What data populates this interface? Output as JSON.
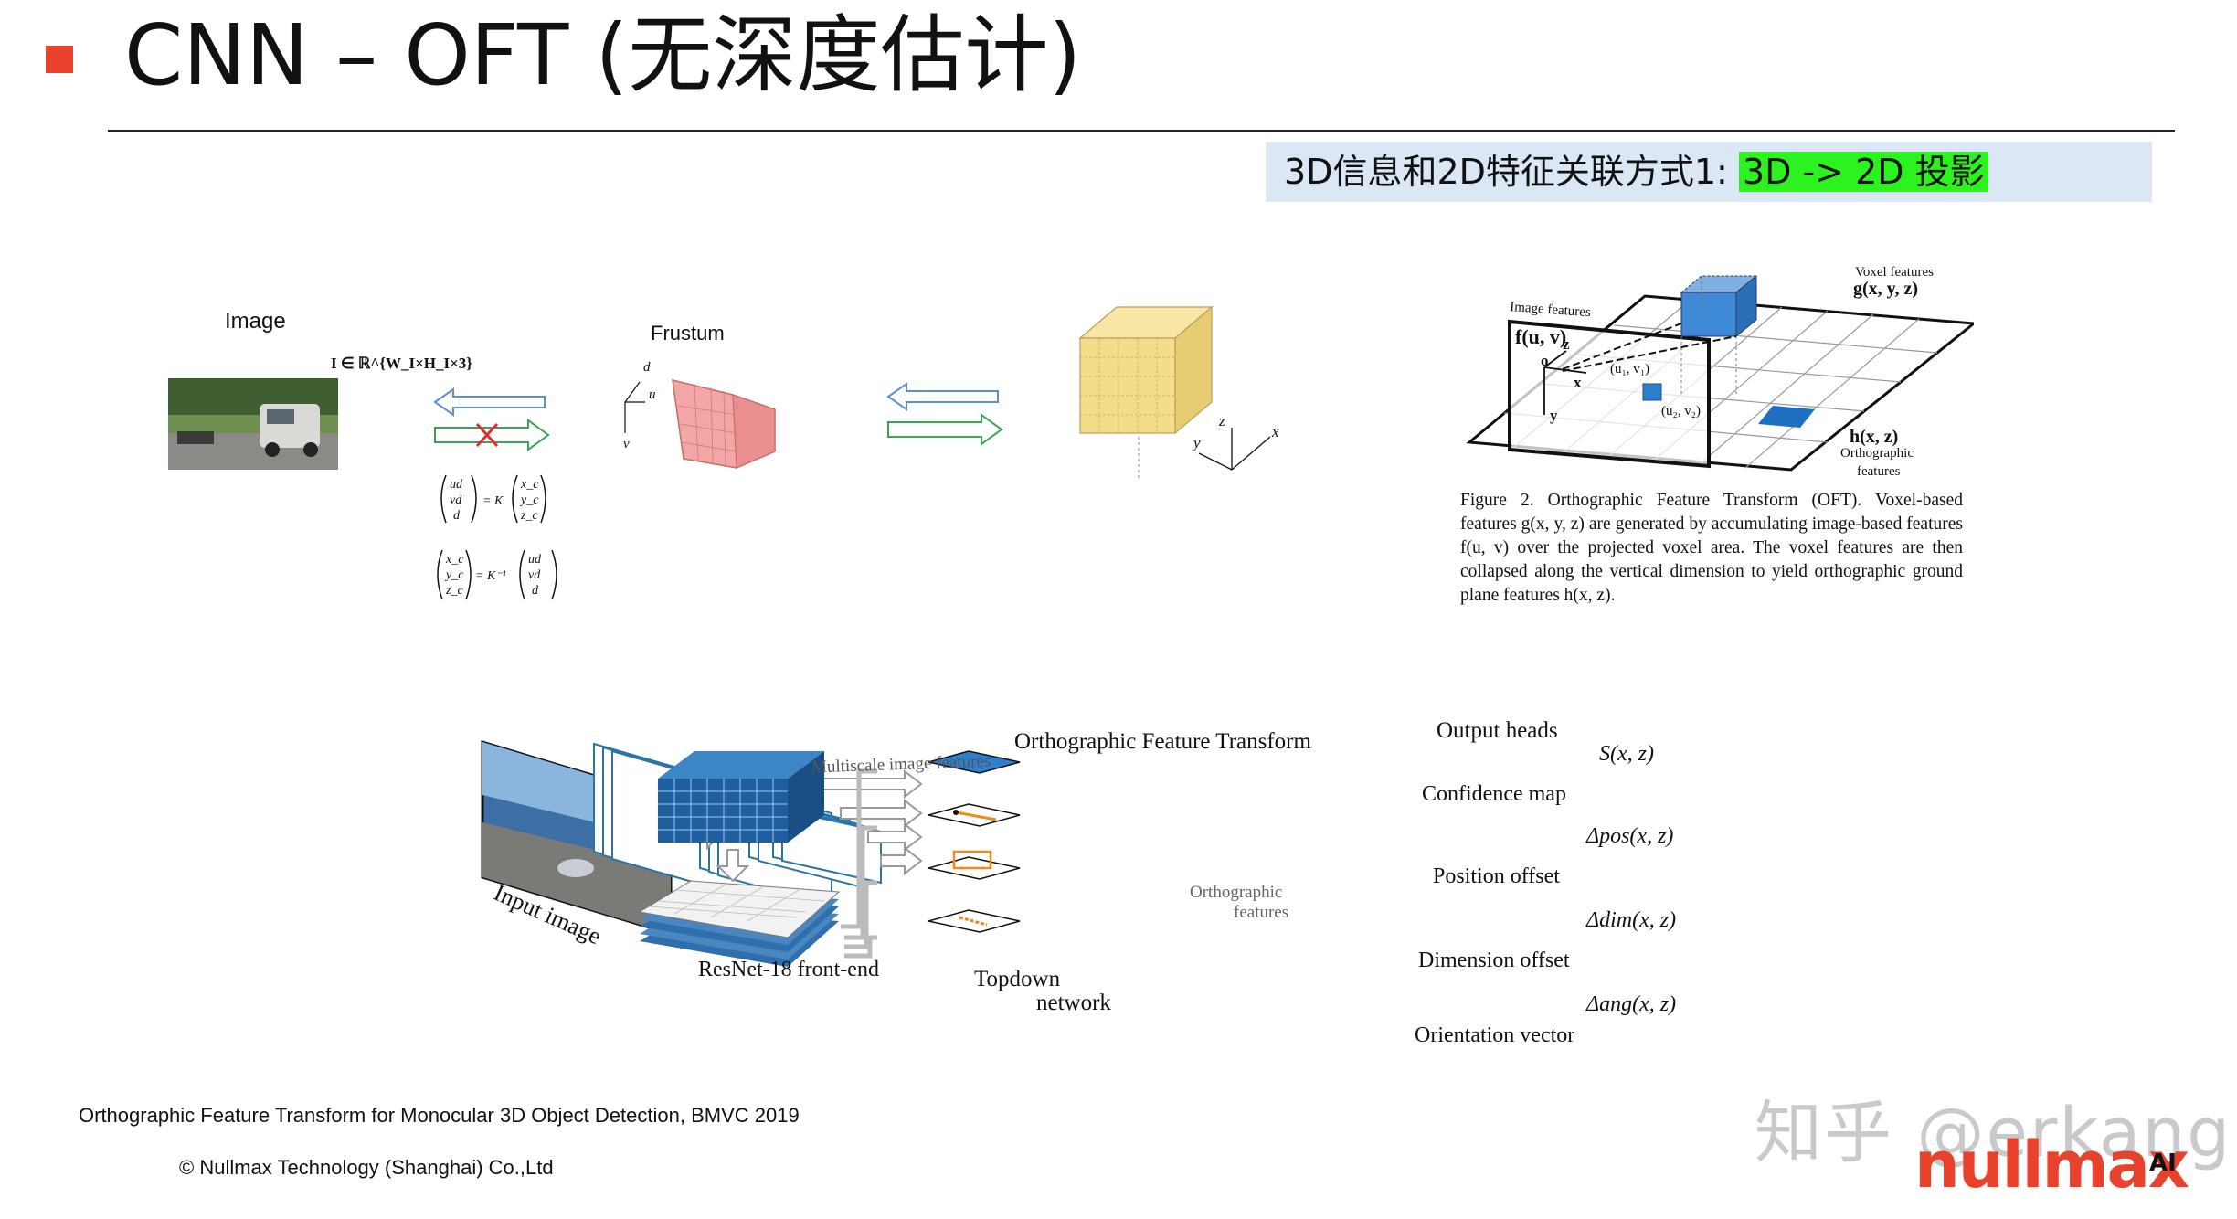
{
  "title": "CNN – OFT (无深度估计)",
  "callout": {
    "prefix": "3D信息和2D特征关联方式1: ",
    "highlight": "3D -> 2D 投影"
  },
  "left_diagram": {
    "image_label": "Image",
    "image_eq": "I ∈ ℝ^{W_I×H_I×3}",
    "frustum_label": "Frustum",
    "frustum_axes": [
      "d",
      "u",
      "v"
    ],
    "cube_axes": [
      "z",
      "x",
      "y"
    ],
    "eq1": {
      "lhs": [
        "ud",
        "vd",
        "d"
      ],
      "op": "= K",
      "rhs": [
        "x_c",
        "y_c",
        "z_c"
      ]
    },
    "eq2": {
      "lhs": [
        "x_c",
        "y_c",
        "z_c"
      ],
      "op": "= K⁻¹",
      "rhs": [
        "ud",
        "vd",
        "d"
      ]
    }
  },
  "oft_figure": {
    "image_features": "Image features",
    "f_uv": "f(u, v)",
    "voxel_features": "Voxel features",
    "g_xyz": "g(x, y, z)",
    "h_xz": "h(x, z)",
    "orthographic": "Orthographic",
    "features": "features",
    "uv1": "(u₁, v₁)",
    "uv2": "(u₂, v₂)",
    "axes": [
      "o",
      "x",
      "y",
      "z"
    ],
    "caption": "Figure 2. Orthographic Feature Transform (OFT). Voxel-based features g(x, y, z) are generated by accumulating image-based features f(u, v) over the projected voxel area. The voxel features are then collapsed along the vertical dimension to yield orthographic ground plane features h(x, z)."
  },
  "pipeline": {
    "input_image": "Input image",
    "resnet": "ResNet-18 front-end",
    "multiscale": "Multiscale image features",
    "oft": "Orthographic Feature Transform",
    "ortho_features_1": "Orthographic",
    "ortho_features_2": "features",
    "topdown_1": "Topdown",
    "topdown_2": "network",
    "output_heads": "Output heads",
    "heads": [
      {
        "formula": "S(x, z)",
        "label": "Confidence map"
      },
      {
        "formula": "Δpos(x, z)",
        "label": "Position offset"
      },
      {
        "formula": "Δdim(x, z)",
        "label": "Dimension offset"
      },
      {
        "formula": "Δang(x, z)",
        "label": "Orientation vector"
      }
    ]
  },
  "footer": {
    "reference": "Orthographic Feature Transform for Monocular 3D Object Detection, BMVC 2019",
    "copyright": "© Nullmax Technology (Shanghai) Co.,Ltd",
    "watermark": "知乎 @erkang",
    "logo": "nullmax",
    "logo_ai": "AI"
  },
  "colors": {
    "accent": "#e8412c",
    "callout_bg": "#dbe7f5",
    "highlight": "#2cf21f",
    "feature_blue": "#1f5fa0",
    "cube_yellow": "#f3dc8a",
    "frustum_pink": "#f2a6a6"
  }
}
